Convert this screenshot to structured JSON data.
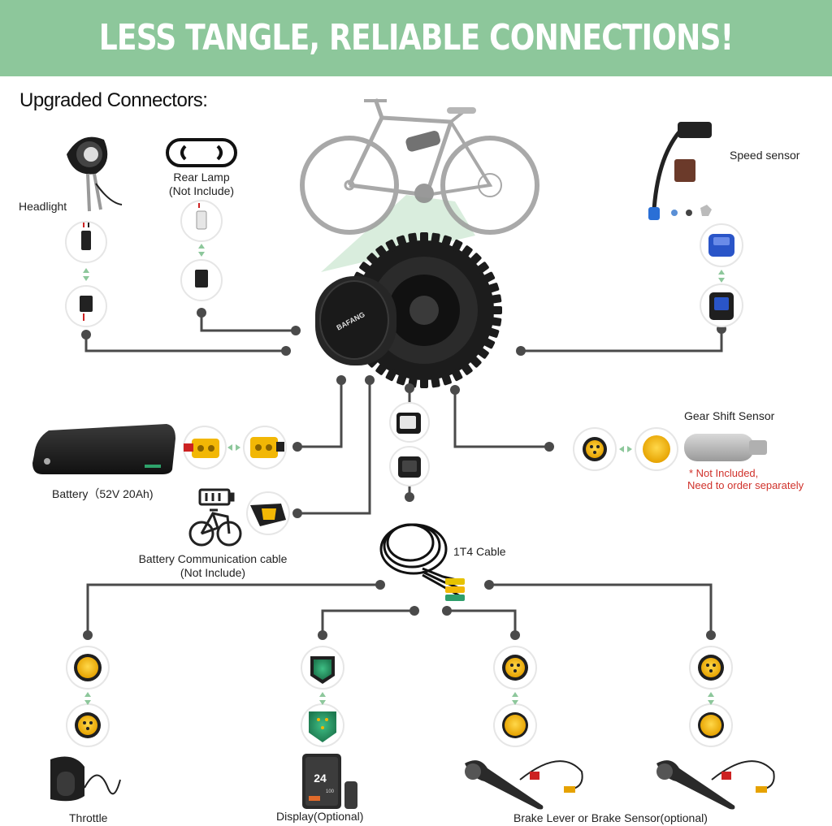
{
  "banner": {
    "title": "LESS TANGLE, RELIABLE CONNECTIONS!"
  },
  "heading": "Upgraded Connectors:",
  "labels": {
    "headlight": "Headlight",
    "rear_lamp": "Rear Lamp",
    "rear_lamp_note": "(Not Include)",
    "speed_sensor": "Speed sensor",
    "battery": "Battery（52V 20Ah)",
    "gear_shift_sensor": "Gear Shift Sensor",
    "gear_note_1": "* Not Included,",
    "gear_note_2": "Need to order separately",
    "battery_comm": "Battery Communication cable",
    "battery_comm_note": "(Not Include)",
    "cable_1t4": "1T4 Cable",
    "throttle": "Throttle",
    "display": "Display(Optional)",
    "brake": "Brake Lever or Brake Sensor(optional)"
  },
  "motor": {
    "brand": "BAFANG"
  },
  "display_screen": {
    "speed": "24",
    "sub": "100"
  },
  "colors": {
    "banner": "#8dc79b",
    "line": "#4a4a4a",
    "connector_yellow": "#f2b705",
    "connector_green": "#2e9e6b",
    "note_red": "#d0322b",
    "arrow_green": "#8dc79b"
  }
}
